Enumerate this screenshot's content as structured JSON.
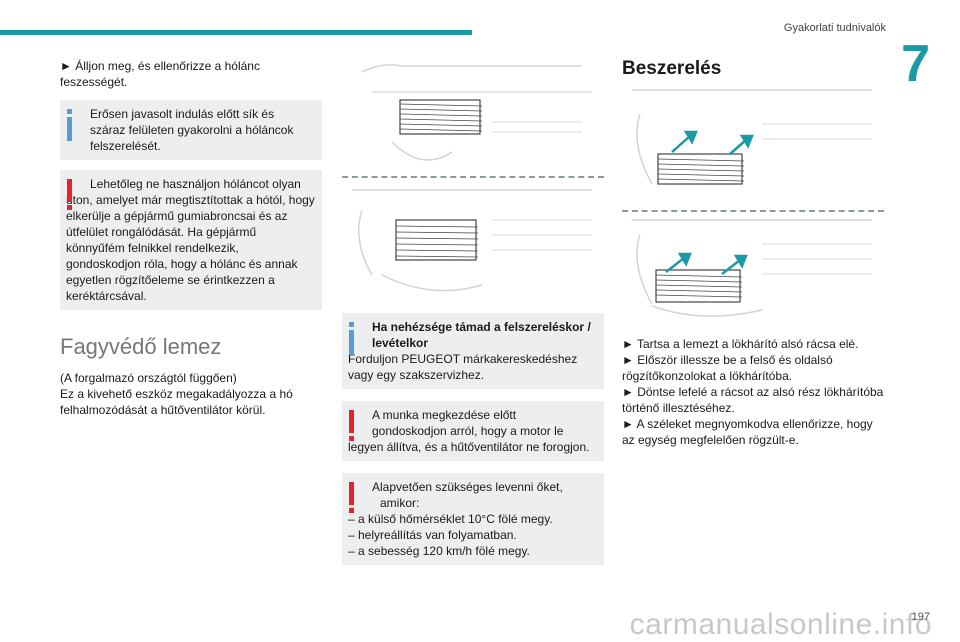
{
  "header": {
    "running_head": "Gyakorlati tudnivalók",
    "chapter_number": "7",
    "page_number": "197",
    "watermark": "carmanualsonline.info"
  },
  "col1": {
    "intro": "► Álljon meg, és ellenőrizze a hólánc feszességét.",
    "info1_first": "Erősen javasolt indulás előtt sík és",
    "info1_rest": "száraz felületen gyakorolni a hóláncok felszerelését.",
    "warn1_first": "Lehetőleg ne használjon hóláncot olyan",
    "warn1_rest": "úton, amelyet már megtisztítottak a hótól, hogy elkerülje a gépjármű gumiabroncsai és az útfelület rongálódását. Ha gépjármű könnyűfém felnikkel rendelkezik, gondoskodjon róla, hogy a hólánc és annak egyetlen rögzítőeleme se érintkezzen a keréktárcsával.",
    "section_title": "Fagyvédő lemez",
    "sec_line1": "(A forgalmazó országtól függően)",
    "sec_line2": "Ez a kivehető eszköz megakadályozza a hó felhalmozódását a hűtőventilátor körül."
  },
  "col2": {
    "info2_title": "Ha nehézsége támad a felszereléskor / levételkor",
    "info2_body": "Forduljon PEUGEOT márkakereskedéshez vagy egy szakszervizhez.",
    "warn2_first": "A munka megkezdése előtt",
    "warn2_rest": "gondoskodjon arról, hogy a motor le legyen állítva, és a hűtőventilátor ne forogjon.",
    "warn3_first": "Alapvetően szükséges levenni őket,",
    "warn3_second": "amikor:",
    "warn3_items": [
      "– a külső hőmérséklet 10°C fölé megy.",
      "– helyreállítás van folyamatban.",
      "– a sebesség 120 km/h fölé megy."
    ]
  },
  "col3": {
    "title": "Beszerelés",
    "steps": [
      "► Tartsa a lemezt a lökhárító alsó rácsa elé.",
      "► Először illessze be a felső és oldalsó rögzítőkonzolokat a lökhárítóba.",
      "► Döntse lefelé a rácsot az alsó rész lökhárítóba történő illesztéséhez.",
      "► A széleket megnyomkodva ellenőrizze, hogy az egység megfelelően rögzült-e."
    ]
  },
  "colors": {
    "accent": "#1a9aa6",
    "info_mark": "#5a9bd4",
    "warn_mark": "#e3242b",
    "box_bg": "#eceeef"
  }
}
